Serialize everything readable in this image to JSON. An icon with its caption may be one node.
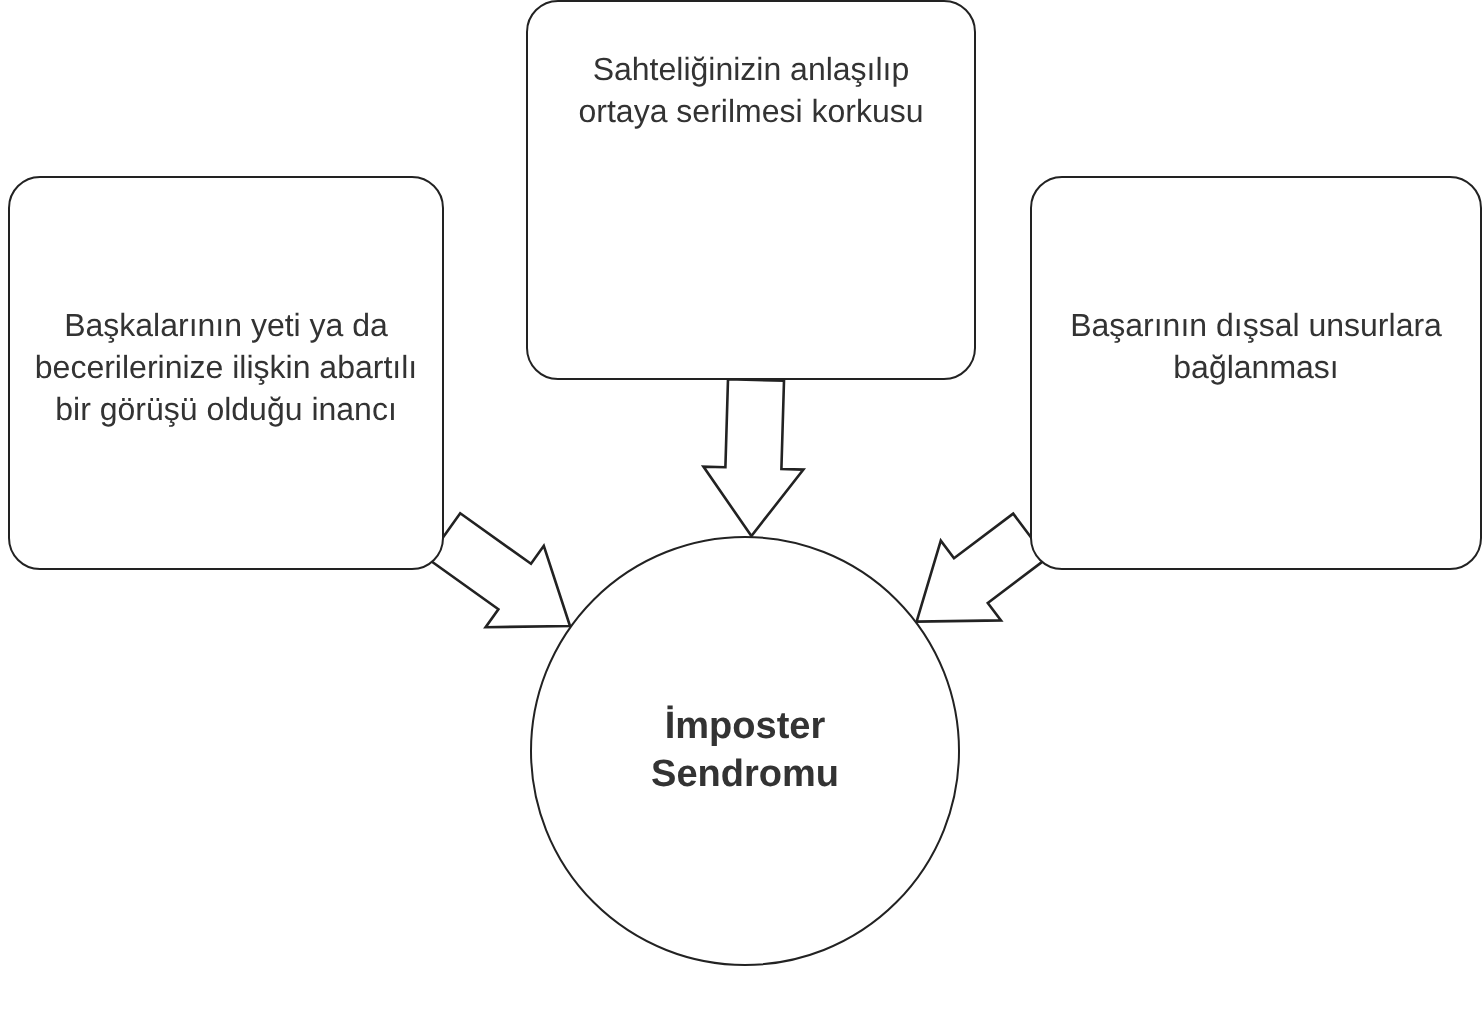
{
  "diagram": {
    "nodes": [
      {
        "text": [
          "Başkalarının yeti ya da becerilerinize ilişkin abartılı bir görüşü olduğu inancı"
        ]
      },
      {
        "text": [
          "Sahteliğinizin anlaşılıp ortaya serilmesi korkusu"
        ]
      },
      {
        "text": [
          "Başarının dışsal unsurlara bağlanması"
        ]
      },
      {
        "text": [
          "İmposter Sendromu"
        ]
      }
    ],
    "edges": [
      {
        "from": 0,
        "to": 3,
        "arrow": "to"
      },
      {
        "from": 1,
        "to": 3,
        "arrow": "to"
      },
      {
        "from": 2,
        "to": 3,
        "arrow": "to"
      }
    ]
  }
}
